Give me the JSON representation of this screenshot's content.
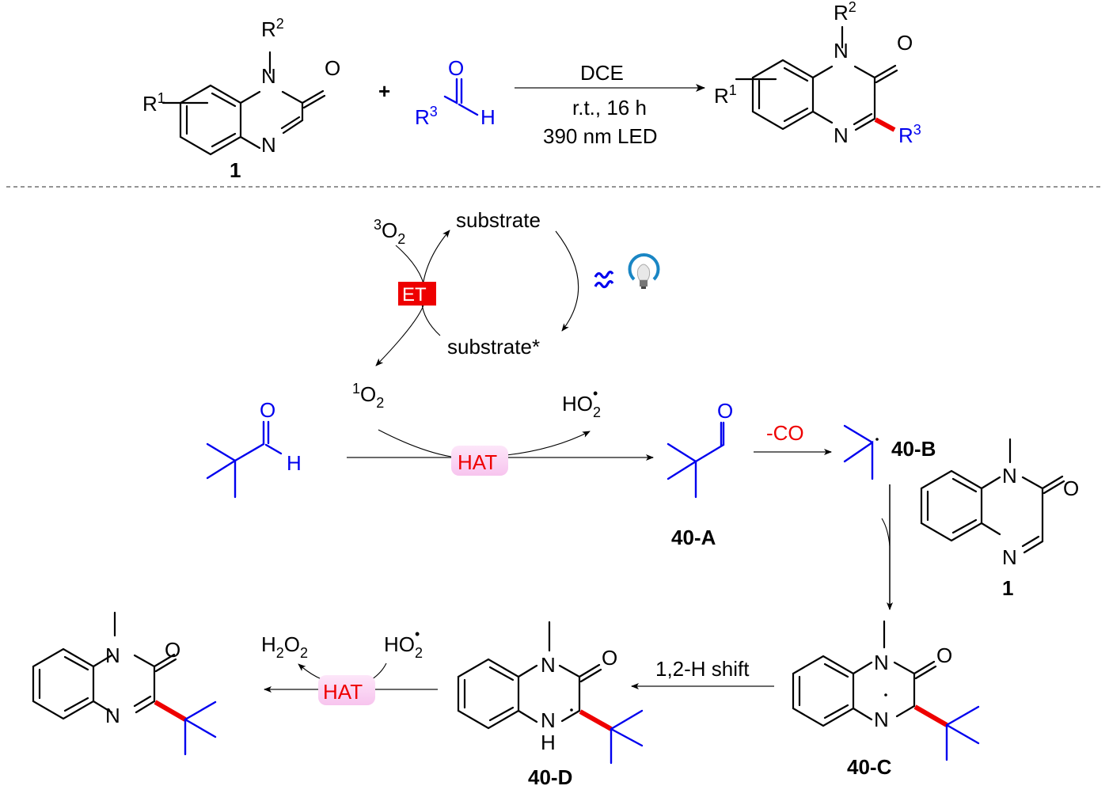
{
  "scheme": {
    "top_reaction": {
      "reactant_1": {
        "label": "1",
        "substituents": [
          "R1",
          "R2"
        ],
        "atoms": [
          "N",
          "N",
          "O"
        ]
      },
      "plus": "+",
      "reactant_2": {
        "substituent": "R3",
        "atoms": [
          "O",
          "H"
        ]
      },
      "conditions": {
        "solvent": "DCE",
        "temp_time": "r.t., 16 h",
        "light": "390 nm LED"
      },
      "product": {
        "substituents": [
          "R1",
          "R2",
          "R3"
        ],
        "atoms": [
          "N",
          "N",
          "O"
        ]
      }
    },
    "text": {
      "R": "R",
      "sup1": "1",
      "sup2": "2",
      "sup3": "3",
      "N": "N",
      "O": "O",
      "H": "H",
      "C": "C"
    },
    "cycle": {
      "triplet_o2": {
        "sup": "3",
        "base": "O",
        "sub": "2"
      },
      "singlet_o2": {
        "sup": "1",
        "base": "O",
        "sub": "2"
      },
      "substrate": "substrate",
      "substrate_excited": "substrate*",
      "et_badge": "ET",
      "light_icon": "lightbulb-icon",
      "wave_icon": "light-wave-icon"
    },
    "mechanism": {
      "hat_badge": "HAT",
      "ho2_radical": {
        "base": "HO",
        "sub": "2",
        "dot": "•"
      },
      "h2o2": {
        "h": "H",
        "sub1": "2",
        "o": "O",
        "sub2": "2"
      },
      "decarbonylation": "-CO",
      "shift_label": "1,2-H shift",
      "intermediates": {
        "a": "40-A",
        "b": "40-B",
        "c": "40-C",
        "d": "40-D"
      },
      "quinoxalinone_label": "1"
    },
    "colors": {
      "reagent": "#0000ee",
      "highlight": "#ee0000",
      "hat_bg": "#fbd3f3",
      "et_bg": "#ee0000",
      "bulb_ring": "#1a86c4"
    }
  }
}
